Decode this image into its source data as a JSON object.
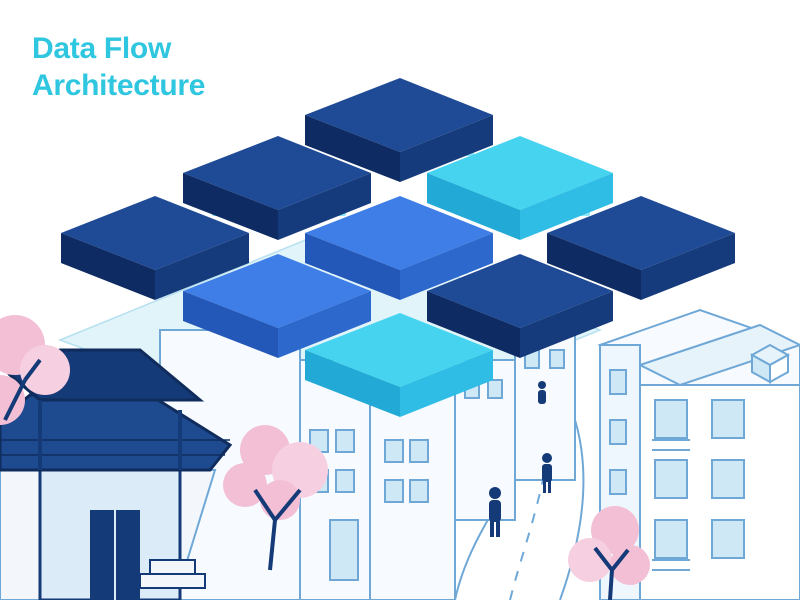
{
  "title": {
    "line1": "Data Flow",
    "line2": "Architecture"
  },
  "colors": {
    "title": "#2fc6e0",
    "navy": "#153a78",
    "blue": "#2f72dd",
    "cyan": "#43cfee",
    "line": "#6fa8d6",
    "blossom": "#f3bfd5"
  },
  "icons": [
    "data-block-grid",
    "connector-links",
    "city-buildings",
    "hanok-gate",
    "cherry-blossom-tree",
    "pedestrians",
    "road"
  ]
}
